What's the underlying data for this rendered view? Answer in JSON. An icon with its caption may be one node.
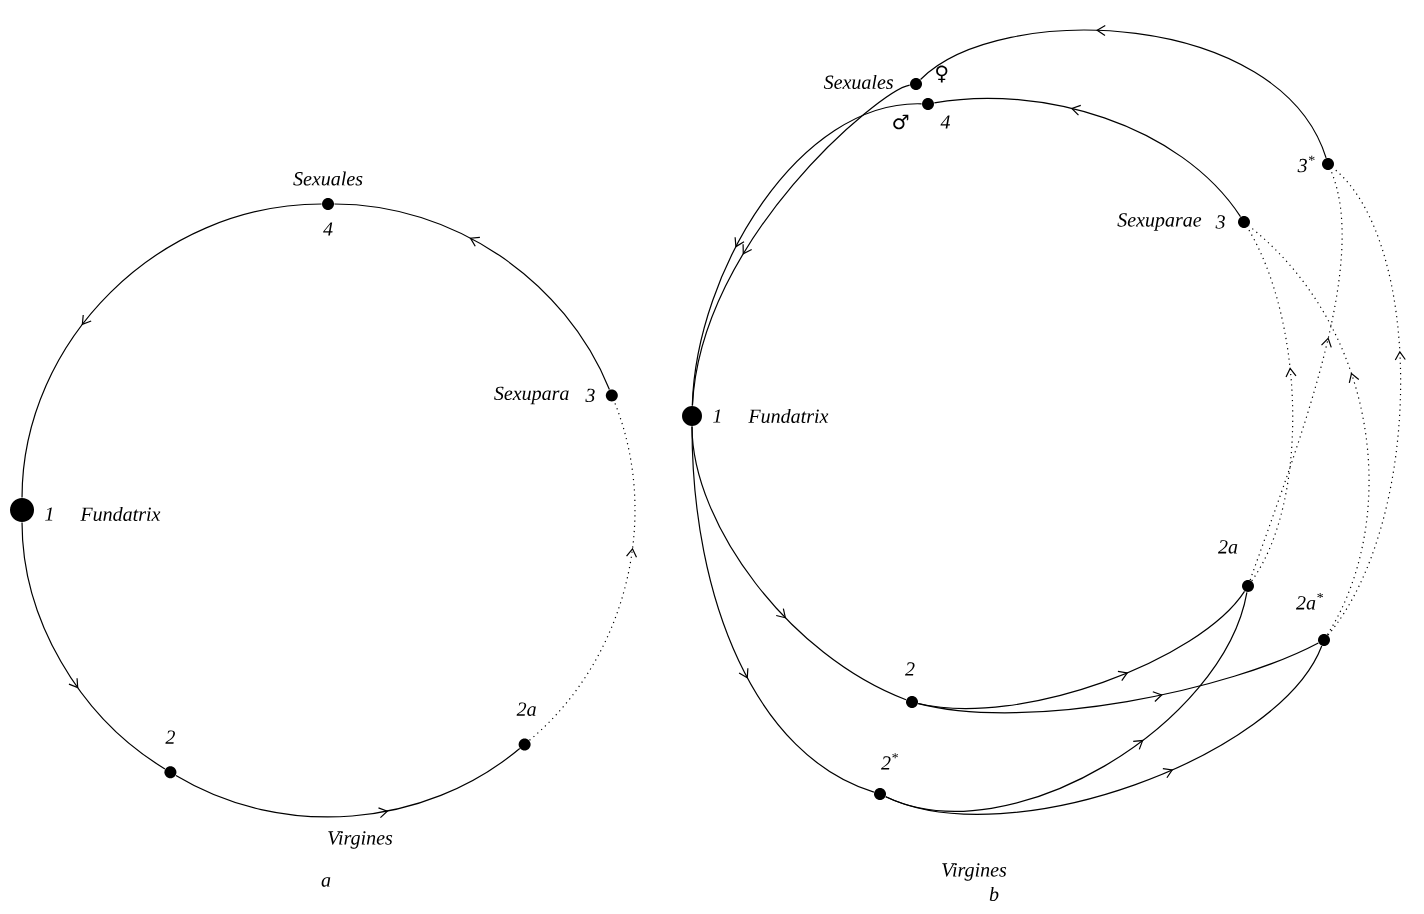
{
  "diagram": {
    "nodes": [
      {
        "text": [
          "1"
        ],
        "beside": [
          "Fundatrix"
        ]
      },
      {
        "text": [
          "2"
        ]
      },
      {
        "text": [
          "2a"
        ]
      },
      {
        "text": [
          "3"
        ],
        "beside": [
          "Sexupara"
        ]
      },
      {
        "text": [
          "4"
        ],
        "beside": [
          "Sexuales"
        ]
      },
      {
        "text": [
          "1"
        ],
        "beside": [
          "Fundatrix"
        ]
      },
      {
        "text": [
          "2"
        ]
      },
      {
        "text": [
          "2a"
        ]
      },
      {
        "text": [
          "3"
        ],
        "beside": [
          "Sexuparae"
        ]
      },
      {
        "text": [
          "4"
        ],
        "beside": [
          "♂"
        ]
      },
      {
        "text": [
          "♀"
        ],
        "beside": [
          "Sexuales"
        ]
      },
      {
        "text": [
          "3$^{*}$"
        ]
      },
      {
        "text": [
          "2$^{*}$"
        ]
      },
      {
        "text": [
          "2a$^{*}$"
        ]
      }
    ],
    "edges": [
      {
        "from": 0,
        "to": 1,
        "arrow": "to"
      },
      {
        "from": 1,
        "to": 2,
        "arrow": "to",
        "label": "Virgines"
      },
      {
        "from": 2,
        "to": 3,
        "arrow": "to",
        "style": "dashed"
      },
      {
        "from": 3,
        "to": 4,
        "arrow": "to"
      },
      {
        "from": 4,
        "to": 0,
        "arrow": "to"
      },
      {
        "from": 5,
        "to": 6,
        "arrow": "to"
      },
      {
        "from": 5,
        "to": 12,
        "arrow": "to"
      },
      {
        "from": 6,
        "to": 7,
        "arrow": "to"
      },
      {
        "from": 6,
        "to": 13,
        "arrow": "to"
      },
      {
        "from": 12,
        "to": 7,
        "arrow": "to",
        "label": "Virgines"
      },
      {
        "from": 12,
        "to": 13,
        "arrow": "to"
      },
      {
        "from": 7,
        "to": 8,
        "arrow": "to",
        "style": "dashed"
      },
      {
        "from": 7,
        "to": 11,
        "arrow": "to",
        "style": "dashed"
      },
      {
        "from": 13,
        "to": 8,
        "arrow": "to",
        "style": "dashed"
      },
      {
        "from": 13,
        "to": 11,
        "arrow": "to",
        "style": "dashed"
      },
      {
        "from": 8,
        "to": 9,
        "arrow": "to"
      },
      {
        "from": 11,
        "to": 10,
        "arrow": "to"
      },
      {
        "from": 9,
        "to": 5,
        "arrow": "to"
      },
      {
        "from": 10,
        "to": 5,
        "arrow": "to"
      }
    ],
    "labels": [
      "a",
      "b"
    ]
  }
}
